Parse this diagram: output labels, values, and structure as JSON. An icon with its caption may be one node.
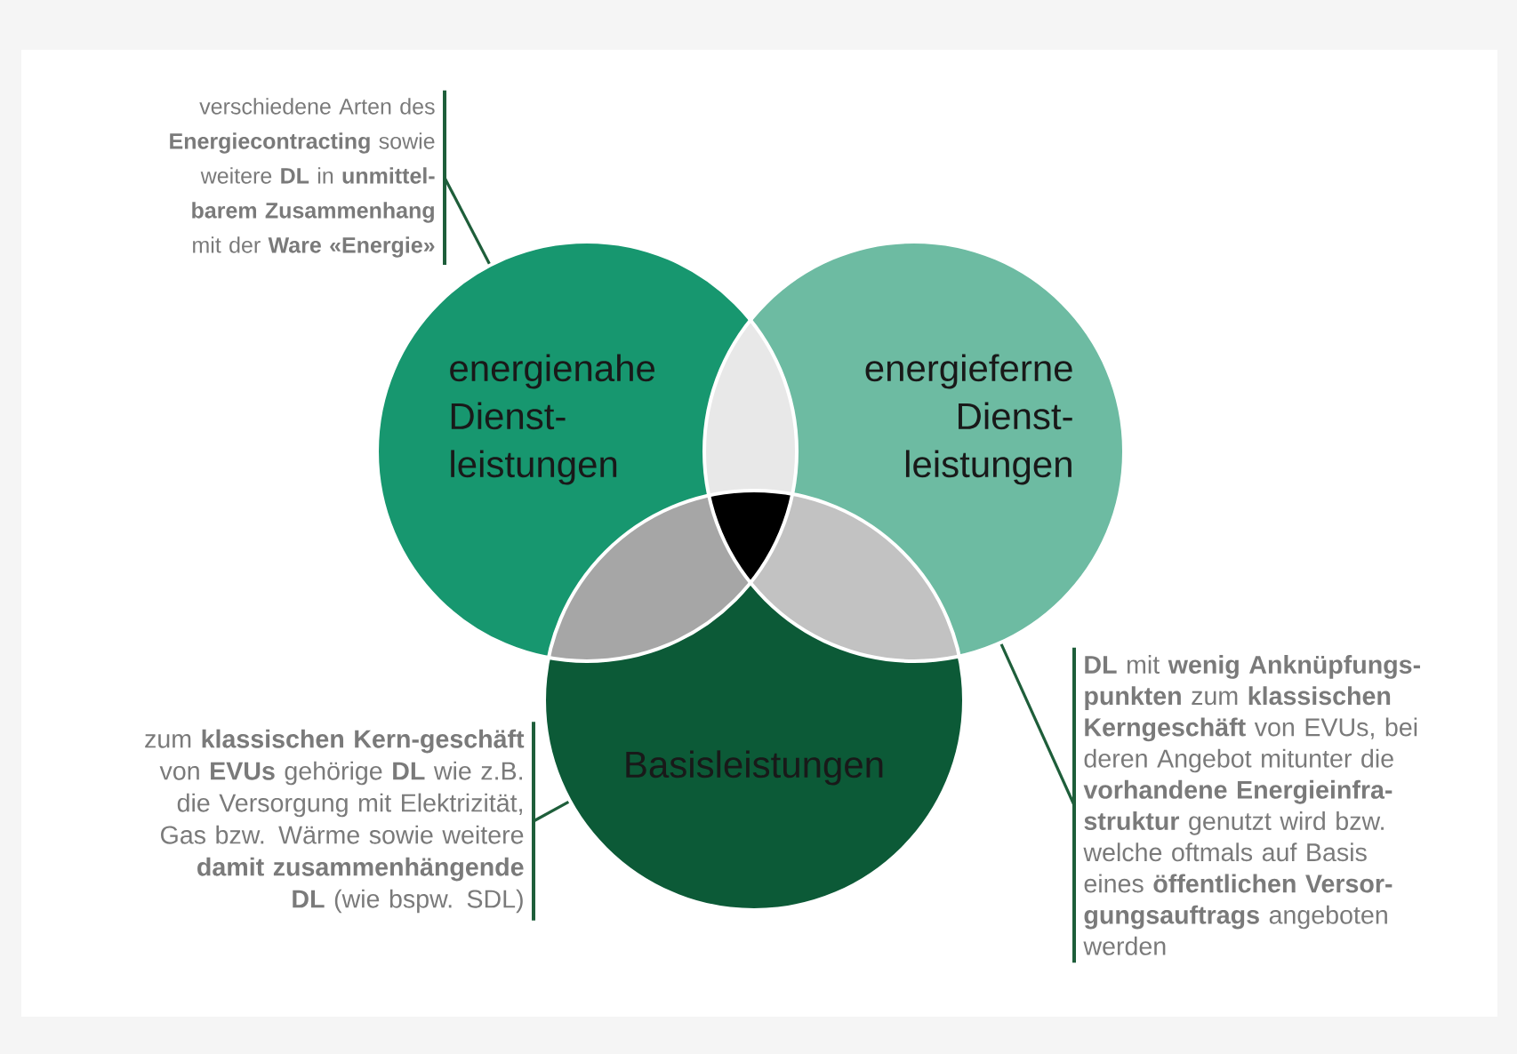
{
  "diagram": {
    "nodes": [
      {
        "text": [
          "energienahe Dienst-leistungen"
        ]
      },
      {
        "text": [
          "energieferne Dienst-leistungen"
        ]
      },
      {
        "text": [
          "Basisleistungen"
        ]
      },
      {
        "text": [
          "verschiedene Arten des **Energiecontracting** sowie weitere **DL** in **unmittel-barem Zusammenhang** mit der **Ware «Energie»**"
        ]
      },
      {
        "text": [
          "zum **klassischen Kern-geschäft** von **EVUs** gehörige **DL** wie z.B. die Versorgung mit Elektrizität, Gas bzw. Wärme sowie weitere **damit zusammenhängende DL** (wie bspw. SDL)"
        ]
      },
      {
        "text": [
          "**DL** mit **wenig Anknüpfungs-punkten** zum **klassischen Kerngeschäft** von EVUs, bei deren Angebot mitunter die **vorhandene Energieinfra-struktur** genutzt wird bzw. welche oftmals auf Basis eines **öffentlichen Versor-gungsauftrags** angeboten werden"
        ]
      }
    ],
    "edges": [
      {
        "from": 3,
        "to": 0,
        "arrow": "none"
      },
      {
        "from": 4,
        "to": 2,
        "arrow": "none"
      },
      {
        "from": 5,
        "to": 1,
        "arrow": "none"
      }
    ]
  }
}
